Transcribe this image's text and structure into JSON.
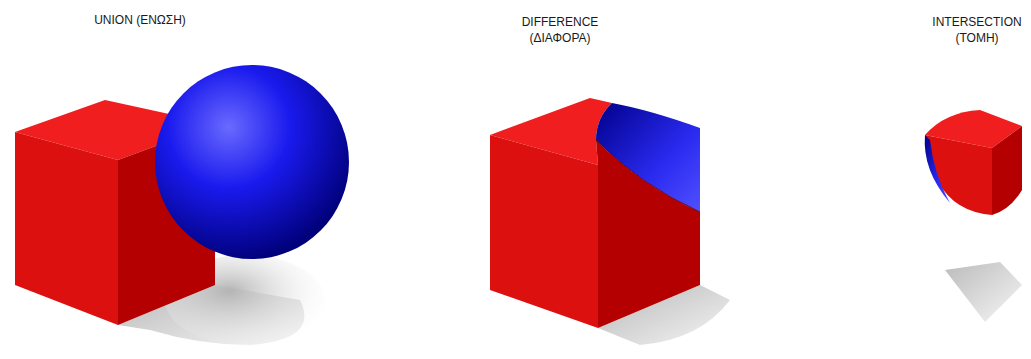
{
  "diagram": {
    "labels": [
      "UNION (ΕΝΩΣΗ)",
      "DIFFERENCE (ΔΙΑΦΟΡΑ)",
      "INTERSECTION (ΤΟΜΗ)"
    ]
  }
}
